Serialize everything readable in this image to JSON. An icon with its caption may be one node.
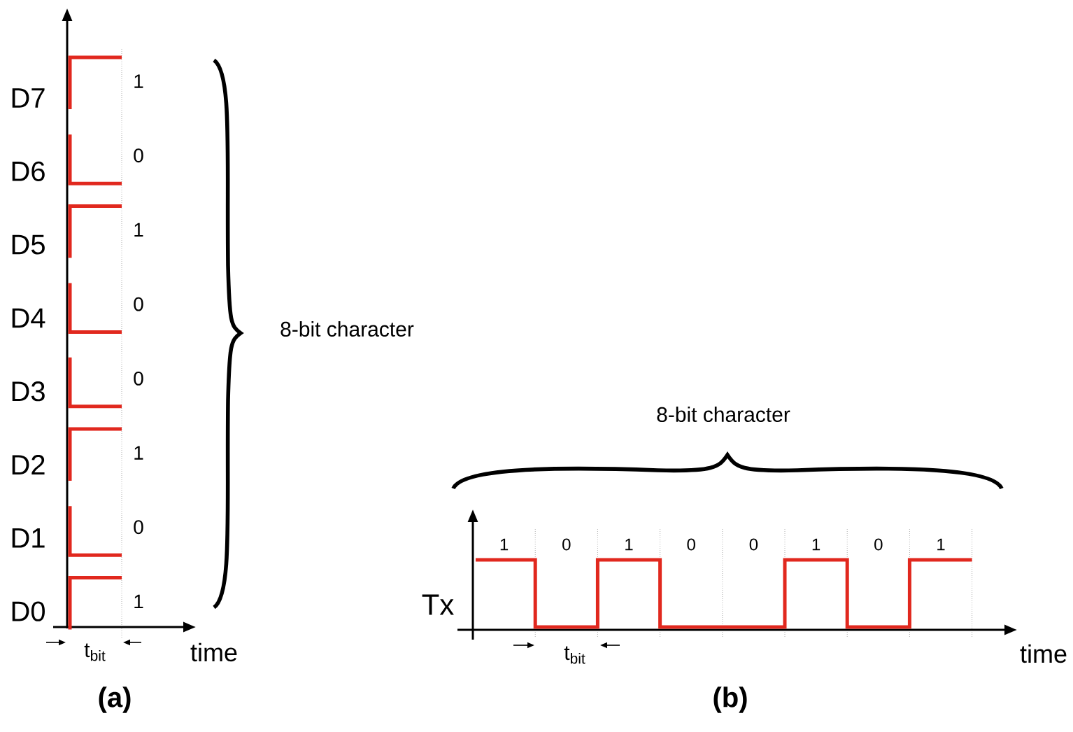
{
  "diagram": {
    "labels": [
      "D7",
      "1",
      "D6",
      "0",
      "D5",
      "1",
      "D4",
      "0",
      "D3",
      "0",
      "D2",
      "1",
      "D1",
      "0",
      "D0",
      "1",
      "8-bit character",
      "t$_{bit}$",
      "time",
      "(a)",
      "8-bit character",
      "1",
      "0",
      "1",
      "0",
      "0",
      "1",
      "0",
      "1",
      "Tx",
      "t$_{bit}$",
      "time",
      "(b)"
    ]
  }
}
